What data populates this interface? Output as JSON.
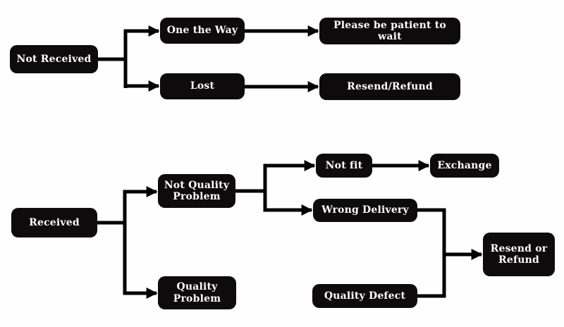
{
  "page": {
    "background_color": "#fefefe",
    "node_background_color": "#0e0b0c",
    "node_text_color": "#ffffff",
    "connector_color": "#000000"
  },
  "diagram": {
    "type": "flowchart",
    "nodes": {
      "not_received": {
        "label": "Not Received"
      },
      "one_the_way": {
        "label": "One the Way"
      },
      "lost": {
        "label": "Lost"
      },
      "please_wait": {
        "label": "Please be patient to wait"
      },
      "resend_refund": {
        "label": "Resend/Refund"
      },
      "received": {
        "label": "Received"
      },
      "not_quality_problem": {
        "label": "Not Quality Problem"
      },
      "quality_problem": {
        "label": "Quality Problem"
      },
      "not_fit": {
        "label": "Not fit"
      },
      "exchange": {
        "label": "Exchange"
      },
      "wrong_delivery": {
        "label": "Wrong Delivery"
      },
      "quality_defect": {
        "label": "Quality Defect"
      },
      "resend_or_refund": {
        "label": "Resend or Refund"
      }
    },
    "edges": [
      {
        "from": "Not Received",
        "to": "One the Way"
      },
      {
        "from": "Not Received",
        "to": "Lost"
      },
      {
        "from": "One the Way",
        "to": "Please be patient to wait"
      },
      {
        "from": "Lost",
        "to": "Resend/Refund"
      },
      {
        "from": "Received",
        "to": "Not Quality Problem"
      },
      {
        "from": "Received",
        "to": "Quality Problem"
      },
      {
        "from": "Not Quality Problem",
        "to": "Not fit"
      },
      {
        "from": "Not Quality Problem",
        "to": "Wrong Delivery"
      },
      {
        "from": "Not fit",
        "to": "Exchange"
      },
      {
        "from": "Wrong Delivery",
        "to": "Resend or Refund"
      },
      {
        "from": "Quality Problem",
        "to": "Quality Defect"
      },
      {
        "from": "Quality Defect",
        "to": "Resend or Refund"
      }
    ]
  }
}
